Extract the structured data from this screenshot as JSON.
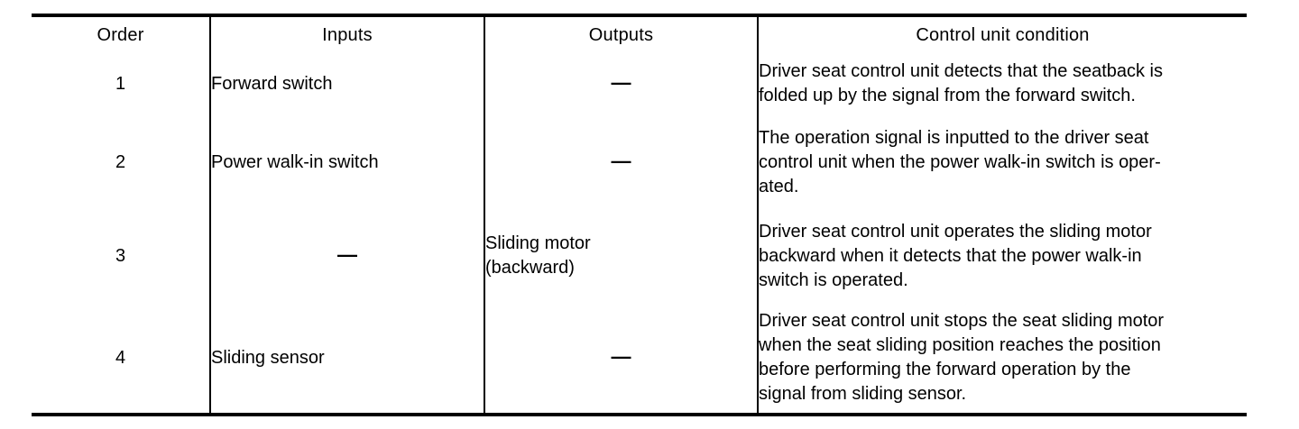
{
  "table": {
    "columns": [
      {
        "key": "order",
        "label": "Order"
      },
      {
        "key": "inputs",
        "label": "Inputs"
      },
      {
        "key": "outputs",
        "label": "Outputs"
      },
      {
        "key": "cond",
        "label": "Control unit condition"
      }
    ],
    "rows": [
      {
        "order": "1",
        "inputs": "Forward switch",
        "outputs_dash": "—",
        "condition_lines": [
          "Driver seat control unit detects that the seatback is",
          "folded up by the signal from the forward switch."
        ]
      },
      {
        "order": "2",
        "inputs": "Power walk-in switch",
        "outputs_dash": "—",
        "condition_lines": [
          "The operation signal is inputted to the driver seat",
          "control unit when the power walk-in switch is oper-",
          "ated."
        ]
      },
      {
        "order": "3",
        "inputs_dash": "—",
        "outputs_lines": [
          "Sliding motor",
          "(backward)"
        ],
        "condition_lines": [
          "Driver seat control unit operates the sliding motor",
          "backward when it detects that the power walk-in",
          "switch is operated."
        ]
      },
      {
        "order": "4",
        "inputs": "Sliding sensor",
        "outputs_dash": "—",
        "condition_lines": [
          "Driver seat control unit stops the seat sliding motor",
          "when the seat sliding position reaches the position",
          "before performing the forward operation by the",
          "signal from sliding sensor."
        ]
      }
    ]
  },
  "colors": {
    "rule": "#000000",
    "background": "#ffffff",
    "text": "#000000"
  }
}
